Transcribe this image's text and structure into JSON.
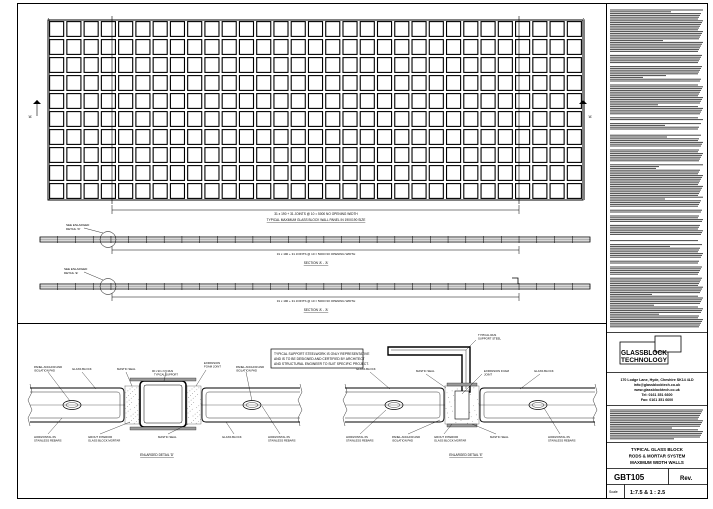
{
  "elevation": {
    "width_dim": "31 x 190 + 31 JOINTS @ 10 = 5000 NO OPENING WIDTH",
    "caption": "TYPICAL MAXIMUM GLASS BLOCK WALL PANEL IN 190X190 SIZE",
    "section_marker_left": "'A'",
    "section_marker_right": "'A'"
  },
  "sections": [
    {
      "dim": "31 x 190 + 31 JOINTS @ 10 = 5000 NO OPENING WIDTH",
      "title": "SECTION 'A' - 'A'",
      "callout": [
        "SEE ENLARGED",
        "DETAIL 'D'"
      ]
    },
    {
      "dim": "31 x 190 + 31 JOINTS @ 10 = 5000 NO OPENING WIDTH",
      "title": "SECTION 'A' - 'A'",
      "callout": [
        "SEE ENLARGED",
        "DETAIL 'E'"
      ]
    }
  ],
  "detail_d": {
    "title": "ENLARGED DETAIL 'D'",
    "labels": {
      "panel_anchor": [
        "PANEL ANCHOR AND",
        "ISOLATION PAD"
      ],
      "glass_block_1": "GLASS BLOCK",
      "mastic_top": "MASTIC SEAL",
      "steel": [
        "90 x 90 x 6.5 RHS",
        "TYPICAL SUPPORT"
      ],
      "expansion": [
        "EXPANSION",
        "FOAM JOINT"
      ],
      "panel_anchor_2": [
        "PANEL ANCHOR AND",
        "ISOLATION PAD"
      ],
      "horizontal_left": [
        "HORIZONTAL 6S",
        "STAINLESS REBARS"
      ],
      "grout": [
        "GROUT INTERIOR",
        "GLASS BLOCK MORTAR"
      ],
      "mastic_bottom": "MASTIC SEAL",
      "glass_block_2": "GLASS BLOCK",
      "horizontal_right": [
        "HORIZONTAL 6S",
        "STAINLESS REBARS"
      ]
    }
  },
  "detail_e": {
    "title": "ENLARGED DETAIL 'E'",
    "labels": {
      "typical_rhs": [
        "TYPICAL RHS",
        "SUPPORT STEEL"
      ],
      "glass_block": "GLASS BLOCK",
      "mastic": "MASTIC SEAL",
      "expansion": [
        "EXPANSION FOAM",
        "JOINT"
      ],
      "glass_block_2": "GLASS BLOCK",
      "horizontal_left": [
        "HORIZONTAL 6S",
        "STAINLESS REBARS"
      ],
      "panel_anchor": [
        "PANEL ANCHOR AND",
        "ISOLATION PAD"
      ],
      "grout": [
        "GROUT INTERIOR",
        "GLASS BLOCK MORTAR"
      ],
      "mastic_bottom": "MASTIC SEAL",
      "horizontal_right": [
        "HORIZONTAL 6S",
        "STAINLESS REBARS"
      ]
    }
  },
  "note_box": [
    "TYPICAL SUPPORT STEELWORK IS ONLY REPRESENTATIVE",
    "AND IS TO BE DESIGNED AND CERTIFIED BY ARCHITECT",
    "AND STRUCTURAL ENGINEER TO SUIT SPECIFIC PROJECT."
  ],
  "title_block": {
    "logo_line1": "GLASSBLOCK",
    "logo_line2": "TECHNOLOGY",
    "address": [
      "170 Lodge Lane, Hyde, Cheshire SK14 4LD",
      "info@glassblocktech.co.uk",
      "www.glassblocktech.co.uk",
      "Tel: 0161 351 6600",
      "Fax: 0161 351 6600"
    ],
    "title_lines": [
      "TYPICAL GLASS BLOCK",
      "RODS & MORTAR SYSTEM",
      "MAXIMUM WIDTH WALLS"
    ],
    "drawing_number": "GBT105",
    "rev_label": "Rev.",
    "scale_label": "Scale",
    "scale_value": "1:7.5 & 1 : 2.5"
  },
  "colors": {
    "line": "#000000",
    "paper": "#ffffff",
    "pad": "#9a9a9a",
    "hatch": "#555555"
  }
}
